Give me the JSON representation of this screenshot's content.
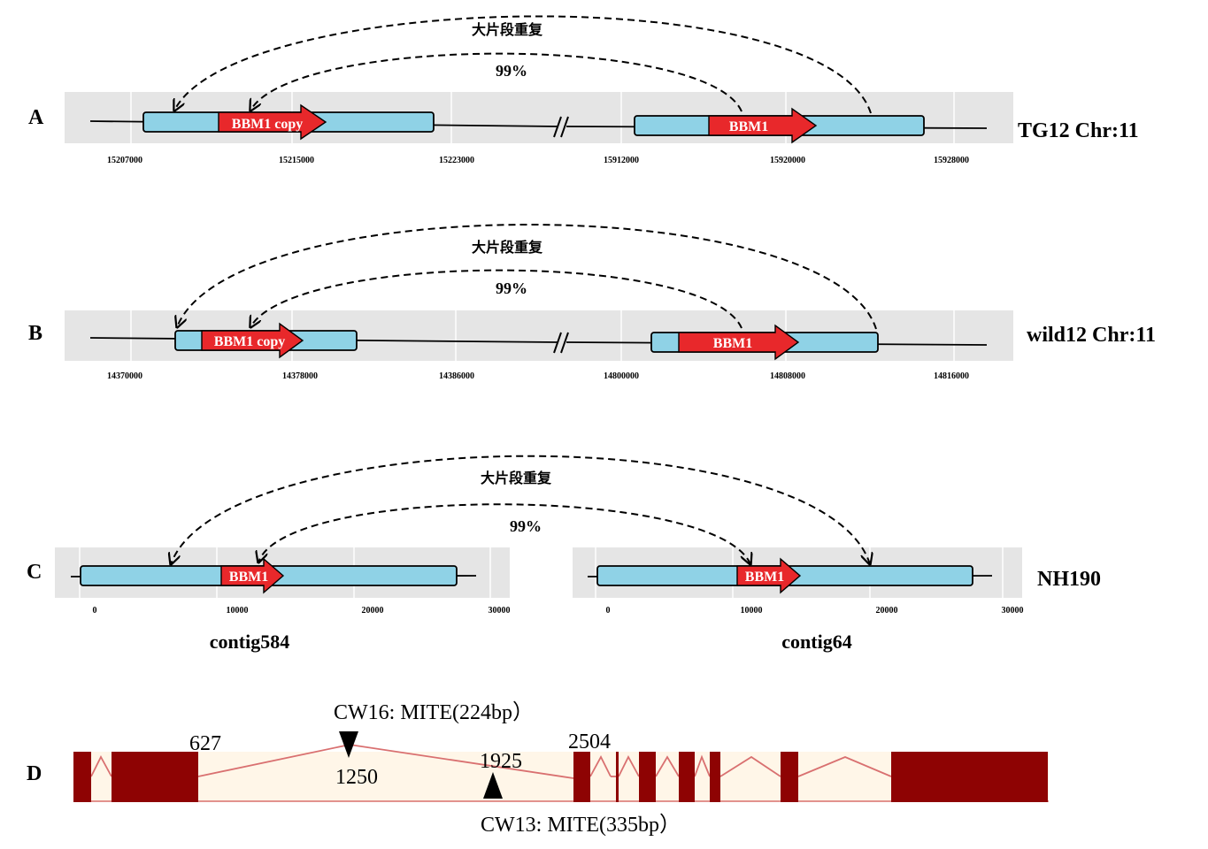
{
  "colors": {
    "panel_bg": "#e5e5e5",
    "gene_box": "#8fd2e6",
    "arrow": "#e8282b",
    "exon": "#8e0303",
    "intron_bg": "#fff6e8",
    "intron_line": "#d97070"
  },
  "labels": {
    "dup": "大片段重复",
    "pct": "99%"
  },
  "panels": {
    "A": {
      "letter": "A",
      "right_label": "TG12 Chr:11",
      "ticks": [
        "15207000",
        "15215000",
        "15223000",
        "15912000",
        "15920000",
        "15928000"
      ],
      "gene_left": "BBM1 copy",
      "gene_right": "BBM1"
    },
    "B": {
      "letter": "B",
      "right_label": "wild12 Chr:11",
      "ticks": [
        "14370000",
        "14378000",
        "14386000",
        "14800000",
        "14808000",
        "14816000"
      ],
      "gene_left": "BBM1 copy",
      "gene_right": "BBM1"
    },
    "C": {
      "letter": "C",
      "right_label": "NH190",
      "ticks_left": [
        "0",
        "10000",
        "20000",
        "30000"
      ],
      "ticks_right": [
        "0",
        "10000",
        "20000",
        "30000"
      ],
      "gene_left": "BBM1",
      "gene_right": "BBM1",
      "contig_left": "contig584",
      "contig_right": "contig64"
    },
    "D": {
      "letter": "D",
      "pos_627": "627",
      "pos_1250": "1250",
      "pos_1925": "1925",
      "pos_2504": "2504",
      "insert_top": "CW16: MITE(224bp）",
      "insert_bottom": "CW13: MITE(335bp）"
    }
  }
}
